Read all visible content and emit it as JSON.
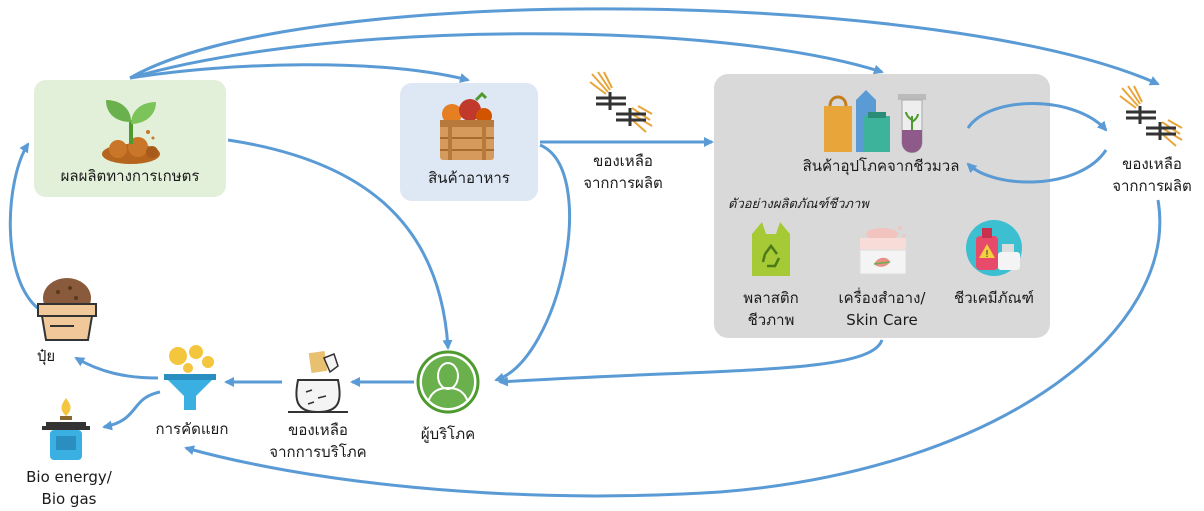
{
  "nodes": {
    "agri": {
      "label": "ผลผลิตทางการเกษตร"
    },
    "food": {
      "label": "สินค้าอาหาร"
    },
    "waste_prod_1": {
      "label_line1": "ของเหลือ",
      "label_line2": "จากการผลิต"
    },
    "bio_products": {
      "label": "สินค้าอุปโภคจากชีวมวล"
    },
    "waste_prod_2": {
      "label_line1": "ของเหลือ",
      "label_line2": "จากการผลิต"
    },
    "examples": {
      "title": "ตัวอย่างผลิตภัณฑ์ชีวภาพ",
      "bioplastic": {
        "line1": "พลาสติก",
        "line2": "ชีวภาพ"
      },
      "cosmetics": {
        "line1": "เครื่องสำอาง/",
        "line2": "Skin Care"
      },
      "biochem": {
        "label": "ชีวเคมีภัณฑ์"
      }
    },
    "consumer": {
      "label": "ผู้บริโภค"
    },
    "waste_consume": {
      "label_line1": "ของเหลือ",
      "label_line2": "จากการบริโภค"
    },
    "sorting": {
      "label": "การคัดแยก"
    },
    "fertilizer": {
      "label": "ปุ๋ย"
    },
    "bioenergy": {
      "label_line1": "Bio energy/",
      "label_line2": "Bio gas"
    }
  },
  "colors": {
    "arrow": "#5b9bd5",
    "agri_box": "#e2efd9",
    "food_box": "#dde8f4",
    "bio_box": "#d9d9d9",
    "consumer_ring": "#4e9a2e",
    "icon_gold": "#e8a53a"
  }
}
